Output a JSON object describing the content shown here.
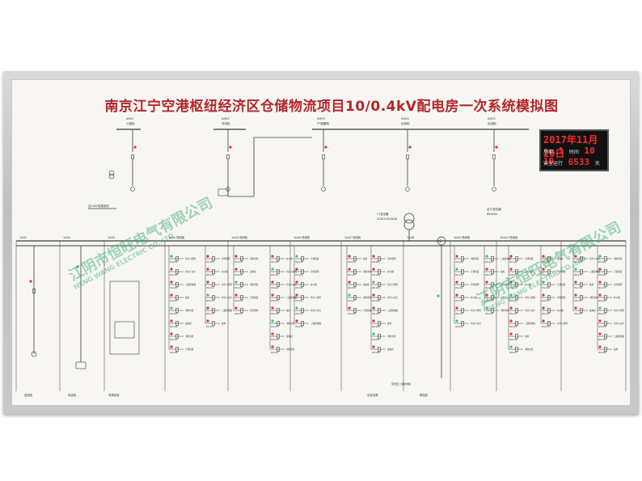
{
  "title": "南京江宁空港枢纽经济区仓储物流项目10/0.4kV配电房一次系统模拟图",
  "clock": {
    "date": "2017年11月20日",
    "week_label": "星期",
    "week_value": "1",
    "time_label": "时间",
    "time_value": "10 10",
    "safe_label": "安全运行",
    "safe_value": "6533",
    "safe_unit": "天"
  },
  "watermark": {
    "company": "江阴市恒旺电气有限公司",
    "company_en": "HENG WANG ELECTRIC CO.,LTD"
  },
  "hv": {
    "cabinets": [
      {
        "code": "AH01",
        "name": "计量柜"
      },
      {
        "code": "AH02",
        "name": "进线柜"
      },
      {
        "code": "AH03",
        "name": "PT避雷柜"
      },
      {
        "code": "AH04",
        "name": "出线柜"
      },
      {
        "code": "AH05",
        "name": "出线柜"
      }
    ],
    "incoming_note": "至10kV电源进线",
    "transformer_label": "T1变压器",
    "transformer_rating": "SCB10-800kVA",
    "spare_transformer": "至T2变压器",
    "spare_rating": "800kVA"
  },
  "lv": {
    "bus_labels": [
      "1AA1",
      "1AA2",
      "1AA3",
      "1AA4 馈线柜",
      "1AA5 馈线柜",
      "1AA6 馈线柜",
      "1AA7 馈线柜",
      "1AA8",
      "1AA9 馈线柜",
      "1AA10 馈线柜"
    ],
    "bottom_labels": [
      "进线柜",
      "电容柜",
      "有源滤波",
      "应急电源",
      "联络柜"
    ],
    "feeders": [
      "WL101",
      "WL102",
      "WL103",
      "WL104",
      "WL105",
      "WL106",
      "WL107",
      "WL108",
      "WL109",
      "WL110",
      "WL111",
      "WL112",
      "WL113",
      "WL114",
      "WL115",
      "WL116",
      "WL117",
      "WL118",
      "WL119",
      "WL120",
      "WL121",
      "WL122",
      "WL123",
      "WL124",
      "WL125",
      "WL126",
      "WL127",
      "WL128",
      "WL129",
      "WL130",
      "WL131",
      "WL132",
      "WL133",
      "WL134",
      "WL135",
      "WL136",
      "WL137",
      "WL138"
    ],
    "feeder_desc": [
      "仓库1 照明",
      "仓库2 动力",
      "二级配电箱",
      "备用",
      "消防水泵",
      "发电机",
      "消防风机",
      "空调机组",
      "室外照明",
      "办公楼"
    ],
    "sub_desc": "至低压二级配电箱"
  },
  "colors": {
    "title": "#b3262a",
    "line": "#3a3a3a",
    "lamp_red": "#e03333",
    "lamp_green": "#33cc66"
  }
}
